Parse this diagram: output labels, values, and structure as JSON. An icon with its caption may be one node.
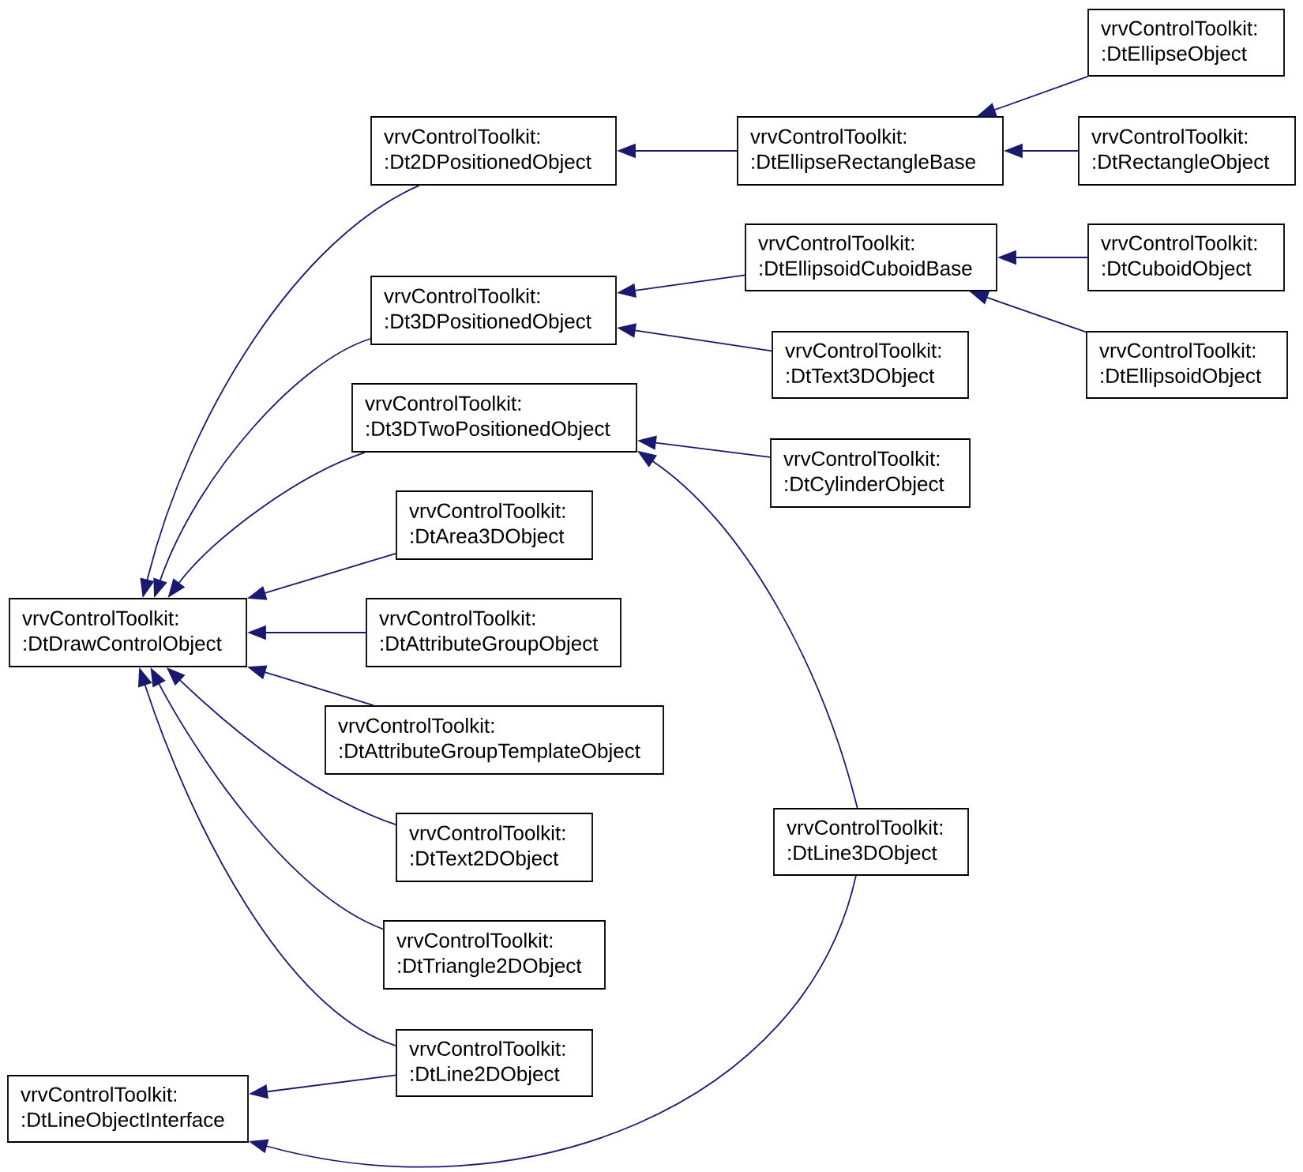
{
  "diagram": {
    "nodes": [
      {
        "text": [
          "vrvControlToolkit: :DtDrawControlObject"
        ]
      },
      {
        "text": [
          "vrvControlToolkit: :DtLineObjectInterface"
        ]
      },
      {
        "text": [
          "vrvControlToolkit: :Dt2DPositionedObject"
        ]
      },
      {
        "text": [
          "vrvControlToolkit: :Dt3DPositionedObject"
        ]
      },
      {
        "text": [
          "vrvControlToolkit: :Dt3DTwoPositionedObject"
        ]
      },
      {
        "text": [
          "vrvControlToolkit: :DtArea3DObject"
        ]
      },
      {
        "text": [
          "vrvControlToolkit: :DtAttributeGroupObject"
        ]
      },
      {
        "text": [
          "vrvControlToolkit: :DtAttributeGroupTemplateObject"
        ]
      },
      {
        "text": [
          "vrvControlToolkit: :DtText2DObject"
        ]
      },
      {
        "text": [
          "vrvControlToolkit: :DtTriangle2DObject"
        ]
      },
      {
        "text": [
          "vrvControlToolkit: :DtLine2DObject"
        ]
      },
      {
        "text": [
          "vrvControlToolkit: :DtEllipseRectangleBase"
        ]
      },
      {
        "text": [
          "vrvControlToolkit: :DtEllipsoidCuboidBase"
        ]
      },
      {
        "text": [
          "vrvControlToolkit: :DtText3DObject"
        ]
      },
      {
        "text": [
          "vrvControlToolkit: :DtCylinderObject"
        ]
      },
      {
        "text": [
          "vrvControlToolkit: :DtLine3DObject"
        ]
      },
      {
        "text": [
          "vrvControlToolkit: :DtEllipseObject"
        ]
      },
      {
        "text": [
          "vrvControlToolkit: :DtRectangleObject"
        ]
      },
      {
        "text": [
          "vrvControlToolkit: :DtCuboidObject"
        ]
      },
      {
        "text": [
          "vrvControlToolkit: :DtEllipsoidObject"
        ]
      }
    ],
    "edges": [
      {
        "from": 2,
        "to": 0,
        "arrow": "to"
      },
      {
        "from": 3,
        "to": 0,
        "arrow": "to"
      },
      {
        "from": 4,
        "to": 0,
        "arrow": "to"
      },
      {
        "from": 5,
        "to": 0,
        "arrow": "to"
      },
      {
        "from": 6,
        "to": 0,
        "arrow": "to"
      },
      {
        "from": 7,
        "to": 0,
        "arrow": "to"
      },
      {
        "from": 8,
        "to": 0,
        "arrow": "to"
      },
      {
        "from": 9,
        "to": 0,
        "arrow": "to"
      },
      {
        "from": 10,
        "to": 0,
        "arrow": "to"
      },
      {
        "from": 10,
        "to": 1,
        "arrow": "to"
      },
      {
        "from": 15,
        "to": 1,
        "arrow": "to"
      },
      {
        "from": 11,
        "to": 2,
        "arrow": "to"
      },
      {
        "from": 12,
        "to": 3,
        "arrow": "to"
      },
      {
        "from": 13,
        "to": 3,
        "arrow": "to"
      },
      {
        "from": 14,
        "to": 4,
        "arrow": "to"
      },
      {
        "from": 15,
        "to": 4,
        "arrow": "to"
      },
      {
        "from": 16,
        "to": 11,
        "arrow": "to"
      },
      {
        "from": 17,
        "to": 11,
        "arrow": "to"
      },
      {
        "from": 18,
        "to": 12,
        "arrow": "to"
      },
      {
        "from": 19,
        "to": 12,
        "arrow": "to"
      }
    ]
  }
}
